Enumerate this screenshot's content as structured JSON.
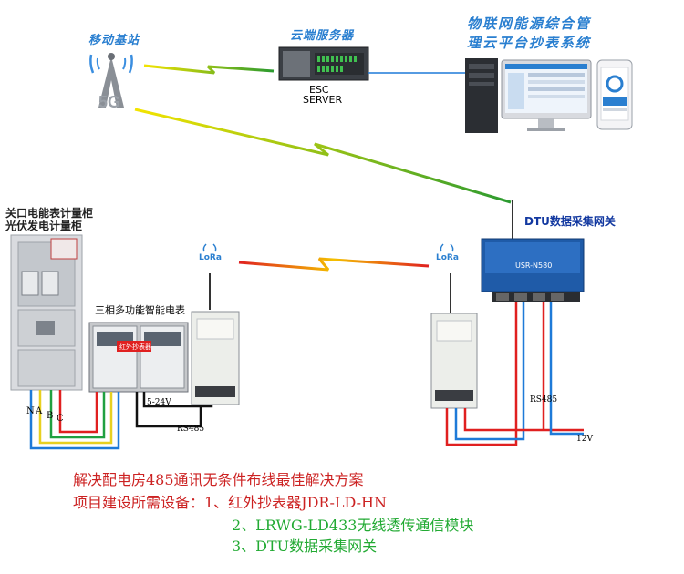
{
  "base_station": {
    "label": "移动基站",
    "badge": "5G"
  },
  "cloud_server": {
    "label": "云端服务器",
    "name_line1": "ESC",
    "name_line2": "SERVER"
  },
  "platform": {
    "title_line1": "物联网能源综合管",
    "title_line2": "理云平台抄表系统"
  },
  "dtu_gateway": {
    "label": "DTU数据采集网关",
    "model": "USR-N580"
  },
  "cabinet": {
    "label_line1": "关口电能表计量柜",
    "label_line2": "光伏发电计量柜"
  },
  "meter": {
    "label": "三相多功能智能电表",
    "ir_reader": "红外抄表器"
  },
  "wiring": {
    "voltage_left": "5-24V",
    "rs485_left": "RS485",
    "rs485_right": "RS485",
    "voltage_right": "12V",
    "phases": [
      "N",
      "A",
      "B",
      "C"
    ]
  },
  "lora": {
    "left": "LoRa",
    "right": "LoRa"
  },
  "bottom_text": {
    "line1": "解决配电房485通讯无条件布线最佳解决方案",
    "line2": "项目建设所需设备：1、红外抄表器JDR-LD-HN",
    "line3": "2、LRWG-LD433无线透传通信模块",
    "line4": "3、DTU数据采集网关"
  },
  "colors": {
    "title_blue": "#2a7fd0",
    "red_text": "#cc2222",
    "green_text": "#22aa33",
    "wire_red": "#e02020",
    "wire_blue": "#1e7ad8",
    "wire_yellow": "#e8d020",
    "wire_green": "#20a040",
    "lightning_yellow": "#f4e400"
  }
}
